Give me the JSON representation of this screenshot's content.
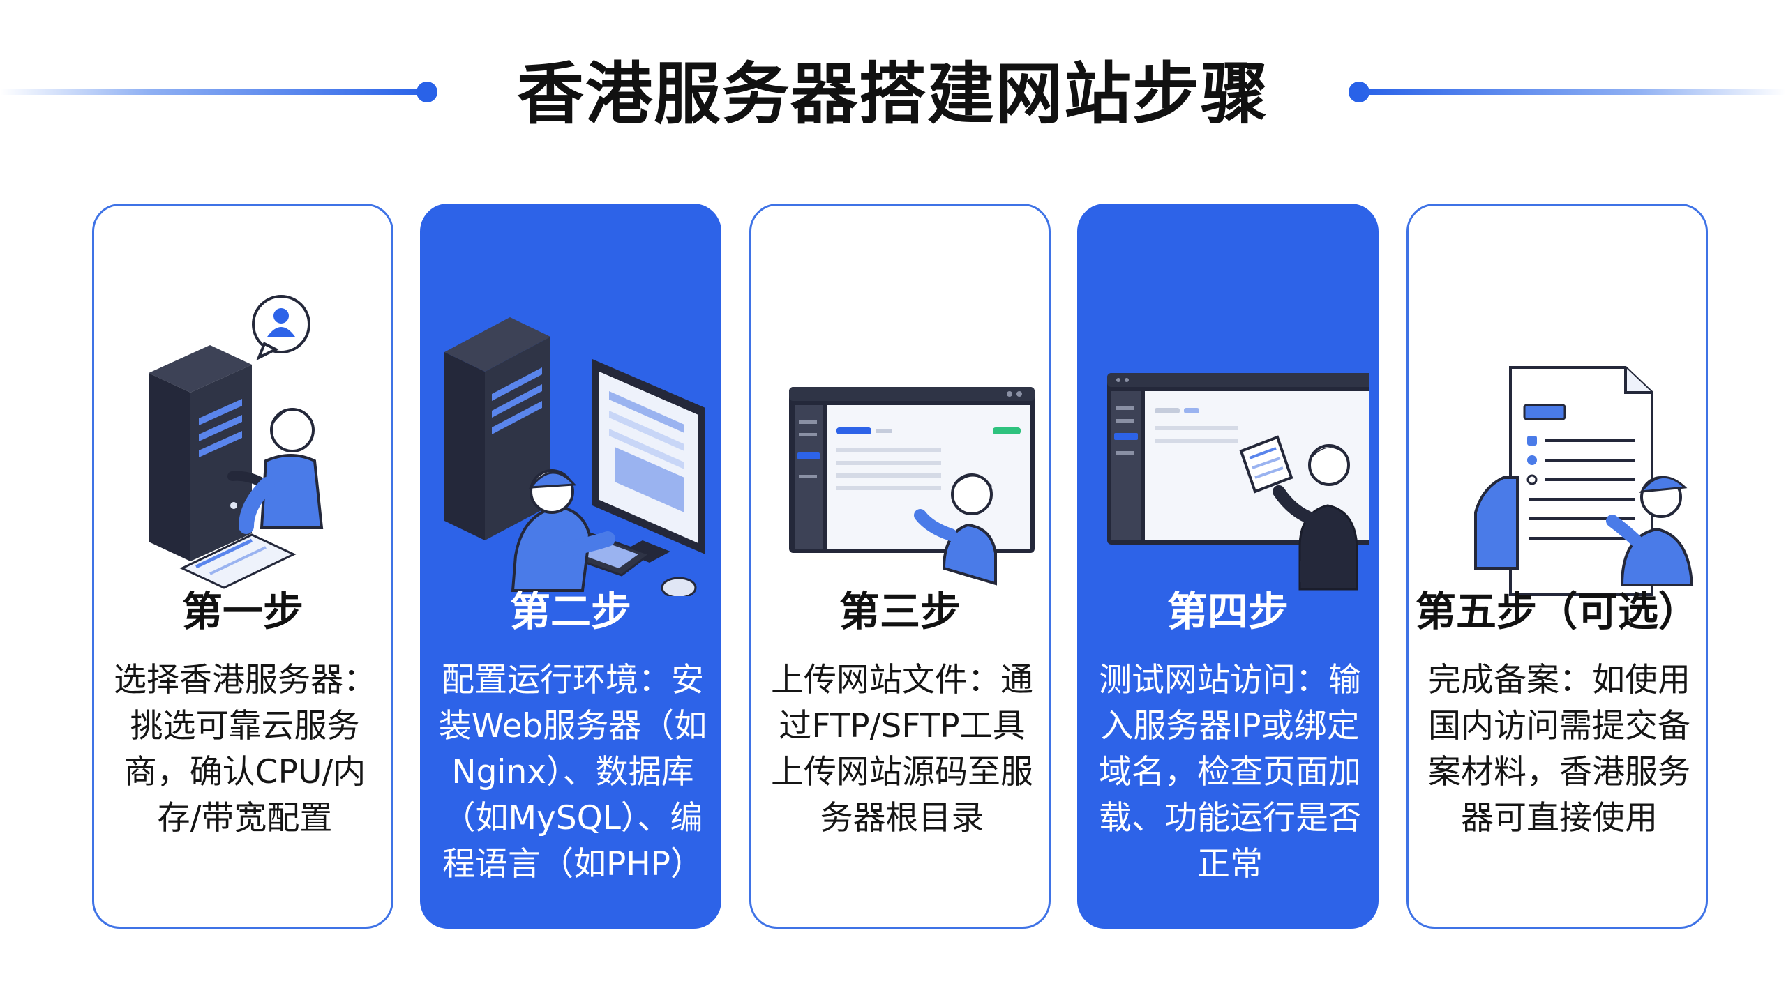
{
  "title": "香港服务器搭建网站步骤",
  "colors": {
    "accent": "#2962e8",
    "card_blue": "#2d63e8",
    "border_blue": "#3f73e6",
    "dark": "#2b2f3e",
    "text": "#111111"
  },
  "steps": [
    {
      "title": "第一步",
      "desc": "选择香港服务器：挑选可靠云服务商，确认CPU/内存/带宽配置",
      "style": "white",
      "illustration": "server-with-person-icon"
    },
    {
      "title": "第二步",
      "desc": "配置运行环境：安装Web服务器（如Nginx）、数据库（如MySQL）、编程语言（如PHP）",
      "style": "blue",
      "illustration": "server-computer-keyboard-icon"
    },
    {
      "title": "第三步",
      "desc": "上传网站文件：通过FTP/SFTP工具上传网站源码至服务器根目录",
      "style": "white",
      "illustration": "dashboard-upload-icon"
    },
    {
      "title": "第四步",
      "desc": "测试网站访问：输入服务器IP或绑定域名，检查页面加载、功能运行是否正常",
      "style": "blue",
      "illustration": "dashboard-test-icon"
    },
    {
      "title": "第五步（可选）",
      "desc": "完成备案：如使用国内访问需提交备案材料，香港服务器可直接使用",
      "style": "white",
      "illustration": "document-filing-icon"
    }
  ]
}
